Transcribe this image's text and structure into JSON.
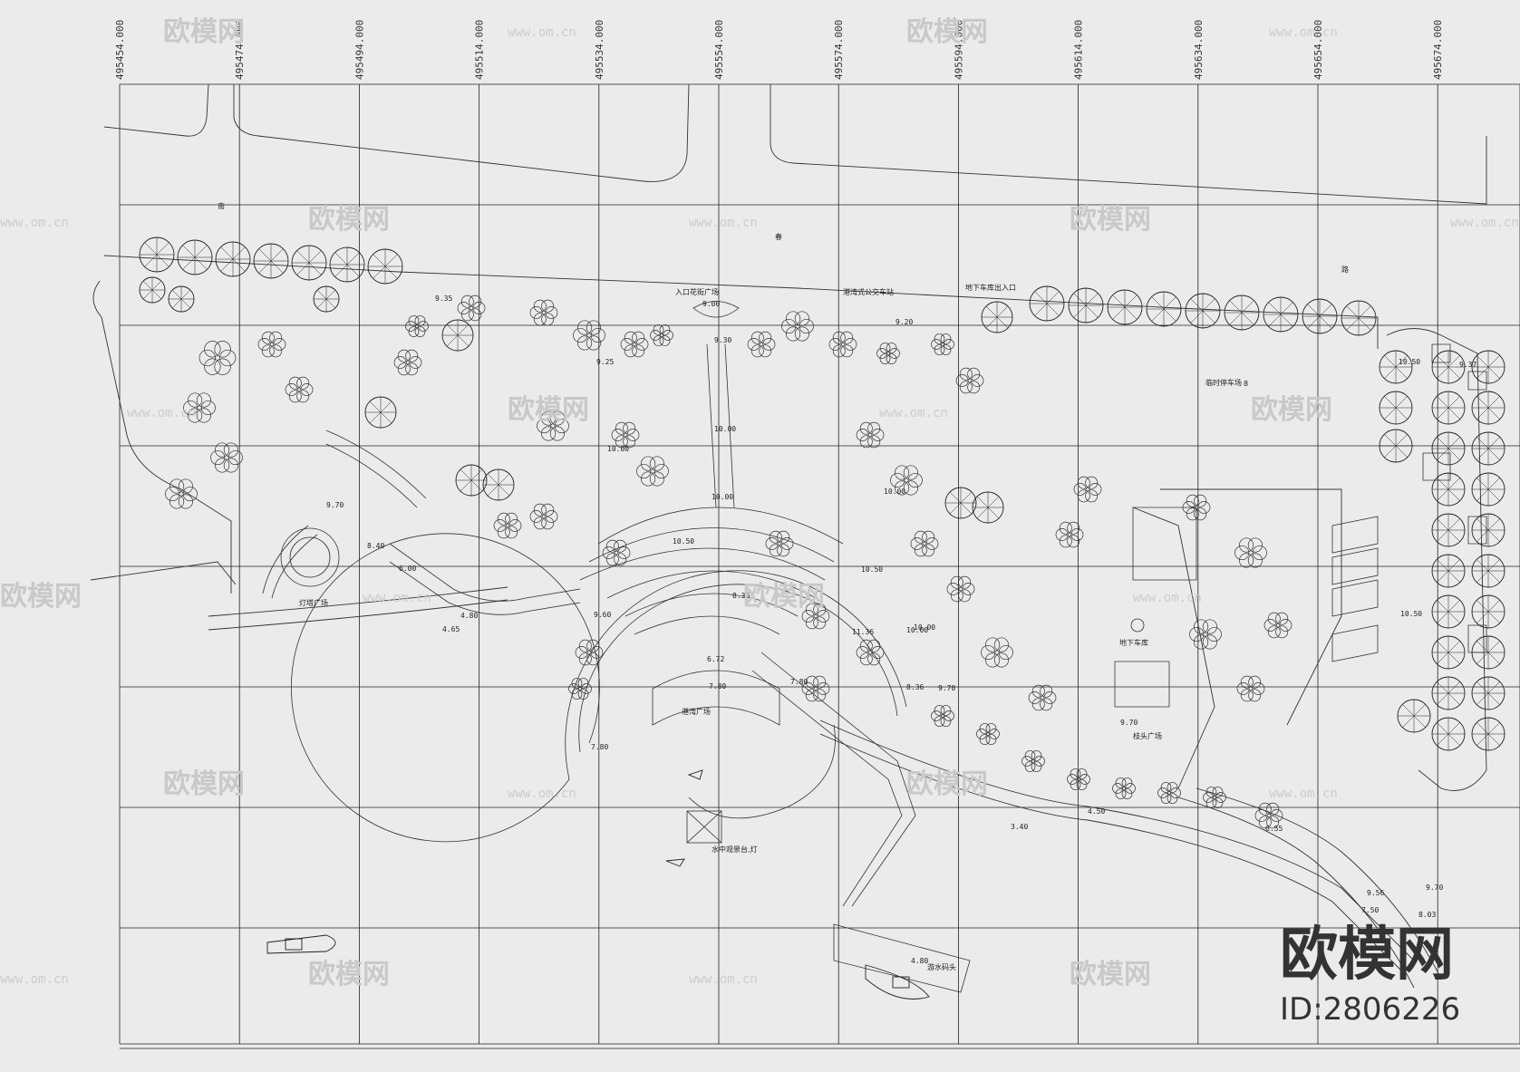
{
  "grid_coordinates": [
    "495454.000",
    "495474.000",
    "495494.000",
    "495514.000",
    "495534.000",
    "495554.000",
    "495574.000",
    "495594.000",
    "495614.000",
    "495634.000",
    "495654.000",
    "495674.000"
  ],
  "labels": {
    "entrance_plaza": "入口花街广场",
    "lighthouse_plaza": "灯塔广场",
    "harbor_plaza": "港湾广场",
    "central_plaza": "枝头广场",
    "road_a": "路",
    "road_b": "春",
    "road_c": "南",
    "bus_stop": "港湾式公交车站",
    "parking_entry": "地下车库出入口",
    "parking_lot": "临时停车场",
    "parking_num": "8",
    "dock": "游水码头",
    "view_platform": "水中观景台,灯",
    "underground": "地下车库"
  },
  "elevations": [
    "9.35",
    "9.00",
    "9.30",
    "9.25",
    "9.20",
    "10.00",
    "10.00",
    "10.00",
    "10.50",
    "10.50",
    "10.00",
    "10.00",
    "9.70",
    "8.40",
    "6.00",
    "4.80",
    "4.65",
    "9.60",
    "8.36",
    "6.72",
    "7.80",
    "7.80",
    "8.36",
    "9.70",
    "9.70",
    "4.50",
    "3.40",
    "6.55",
    "7.50",
    "9.56",
    "9.70",
    "8.03",
    "4.80",
    "10.50",
    "10.50",
    "11.36",
    "10.00",
    "9.37",
    "7.80"
  ],
  "watermark": {
    "text": "欧模网",
    "url": "www.om.cn"
  },
  "brand": {
    "name": "欧模网",
    "id": "ID:2806226"
  }
}
